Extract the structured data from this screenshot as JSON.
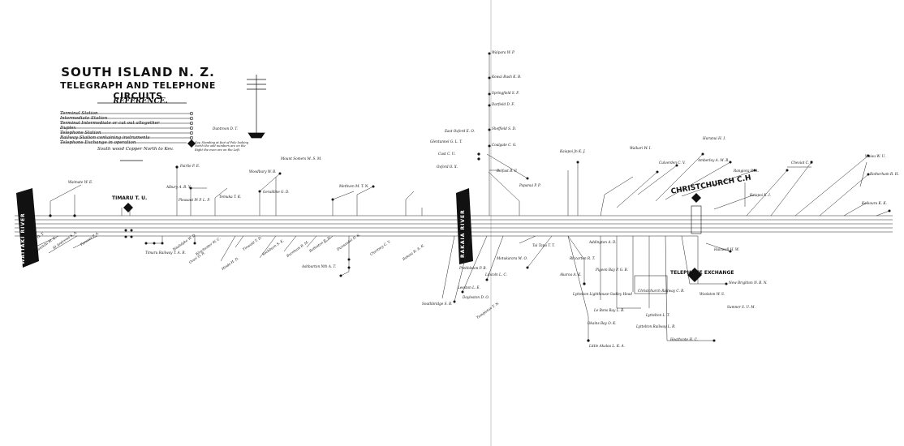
{
  "title": {
    "main": "SOUTH ISLAND N. Z.",
    "sub": "TELEGRAPH AND TELEPHONE CIRCUITS"
  },
  "reference": {
    "heading": "REFERENCE.",
    "items": [
      "Terminal Station",
      "Intermediate Station",
      "Terminal Intermediate or cut out altogether",
      "Duplex",
      "Telephone Station",
      "Railway Station containing instruments",
      "Telephone Exchange in operation"
    ],
    "wire_note": "South wood Copper North to Kev.",
    "pole_note": "Key. Standing at foot of Pole looking North the odd numbers are on the Right the even are on the Left."
  },
  "rivers": {
    "left": "WAITAKI RIVER",
    "middle": "RAKAIA RIVER"
  },
  "hubs": {
    "timaru": "TIMARU T. U.",
    "christchurch": "CHRISTCHURCH C.H",
    "telephone_exchange": "TELEPHONE EXCHANGE"
  },
  "labels": {
    "waimate": "Waimate W. E.",
    "albury": "Albury A. B. Y.",
    "pleasant_pt": "Pleasant Pt P. L. P.",
    "fairlie": "Fairlie F. E.",
    "temuka": "Temuka T. K.",
    "geraldine": "Geraldine G. D.",
    "woodbury": "Woodbury W. B.",
    "mount_somers": "Mount Somers M. S. M.",
    "methven": "Methven M. T. N.",
    "ashburton": "Ashburton Nth A. T.",
    "rakaia": "Rakaia R. A. K.",
    "timaru_railway": "Timaru Railway T. A. R.",
    "darfield": "Darfield D. F.",
    "springfield": "Springfield S. F.",
    "glentunnel": "Glentunnel G. L. T.",
    "coalgate": "Coalgate C. G.",
    "sheffield": "Sheffield S. D.",
    "oxford": "Oxford O. X.",
    "waikari": "Waikari W. I.",
    "culverden": "Culverden C. V.",
    "amberley": "Amberley A. M. B.",
    "rangiora": "Rangiora R. A.",
    "kaiapoi": "Kaiapoi K. I.",
    "hurunui": "Hurunui H. I.",
    "lyttelton": "Lyttelton L. T.",
    "sumner": "Sumner S. U. M.",
    "new_brighton": "New Brighton N. B. N.",
    "akaroa": "Akaroa A. K.",
    "little_akaloa": "Little Akaloa L. K. A.",
    "godley": "Lyttelton Lighthouse Godley Head",
    "leeston": "Leeston L. E.",
    "southbridge": "Southbridge S. B.",
    "lincoln": "Lincoln L. C.",
    "doyleston": "Doyleston D. O.",
    "pigeon_bay": "Pigeon Bay P. G. B.",
    "le_bons": "Le Bons Bay L. B.",
    "okains": "Okains Bay O. K.",
    "kaikoura": "Kaikoura K. K.",
    "cheviot": "Cheviot C. T.",
    "waiau": "Waiau W. U.",
    "rotherham": "Rotherham R. H.",
    "kaiapoi_junction": "Kaiapoi Jn K. J.",
    "belfast": "Belfast B. F.",
    "papanui": "Papanui P. P.",
    "halswell": "Halswell H. W.",
    "tai_tapu": "Tai Tapu T. T.",
    "motukarara": "Motukarara M. O.",
    "prebbleton": "Prebbleton P. B.",
    "templeton": "Templeton T. N.",
    "rolleston": "Rolleston R. N.",
    "dunsandel": "Dunsandel D. S.",
    "chertsey": "Chertsey C. Y.",
    "orari": "Orari O. R.",
    "winchester": "Winchester W. C.",
    "makikihi": "Makikihi M. K.",
    "st_andrews": "St Andrews S. A.",
    "pareora": "Pareora P. A.",
    "washdyke": "Washdyke W. D.",
    "hinds": "Hinds H. D.",
    "tinwald": "Tinwald T. D.",
    "burnham": "Burnham B. M.",
    "sockburn": "Sockburn S. K.",
    "riccarton": "Riccarton R. T.",
    "addington": "Addington A. D.",
    "heathcote": "Heathcote H. C.",
    "woolston": "Woolston W. S.",
    "lyttelton_railway": "Lyttelton Railway L. R.",
    "chch_railway": "Christchurch Railway C. R.",
    "east_oxford": "East Oxford E. O.",
    "cust": "Cust C. U.",
    "waipara": "Waipara W. P.",
    "kowai_bush": "Kowai Bush K. B.",
    "duntroon": "Duntroon D. T.",
    "otaio": "Otaio O. T."
  },
  "colors": {
    "ink": "#111111",
    "paper": "#ffffff"
  }
}
